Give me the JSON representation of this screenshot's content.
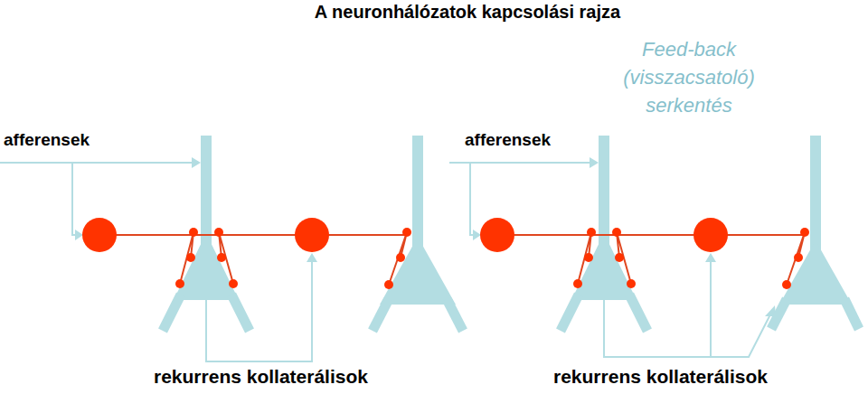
{
  "diagram": {
    "title": "A neuronhálózatok kapcsolási rajza",
    "labels": [
      "afferensek",
      "afferensek",
      "Feed-back (visszacsatoló) serkentés",
      "rekurrens kollaterálisok",
      "rekurrens kollaterálisok"
    ]
  }
}
